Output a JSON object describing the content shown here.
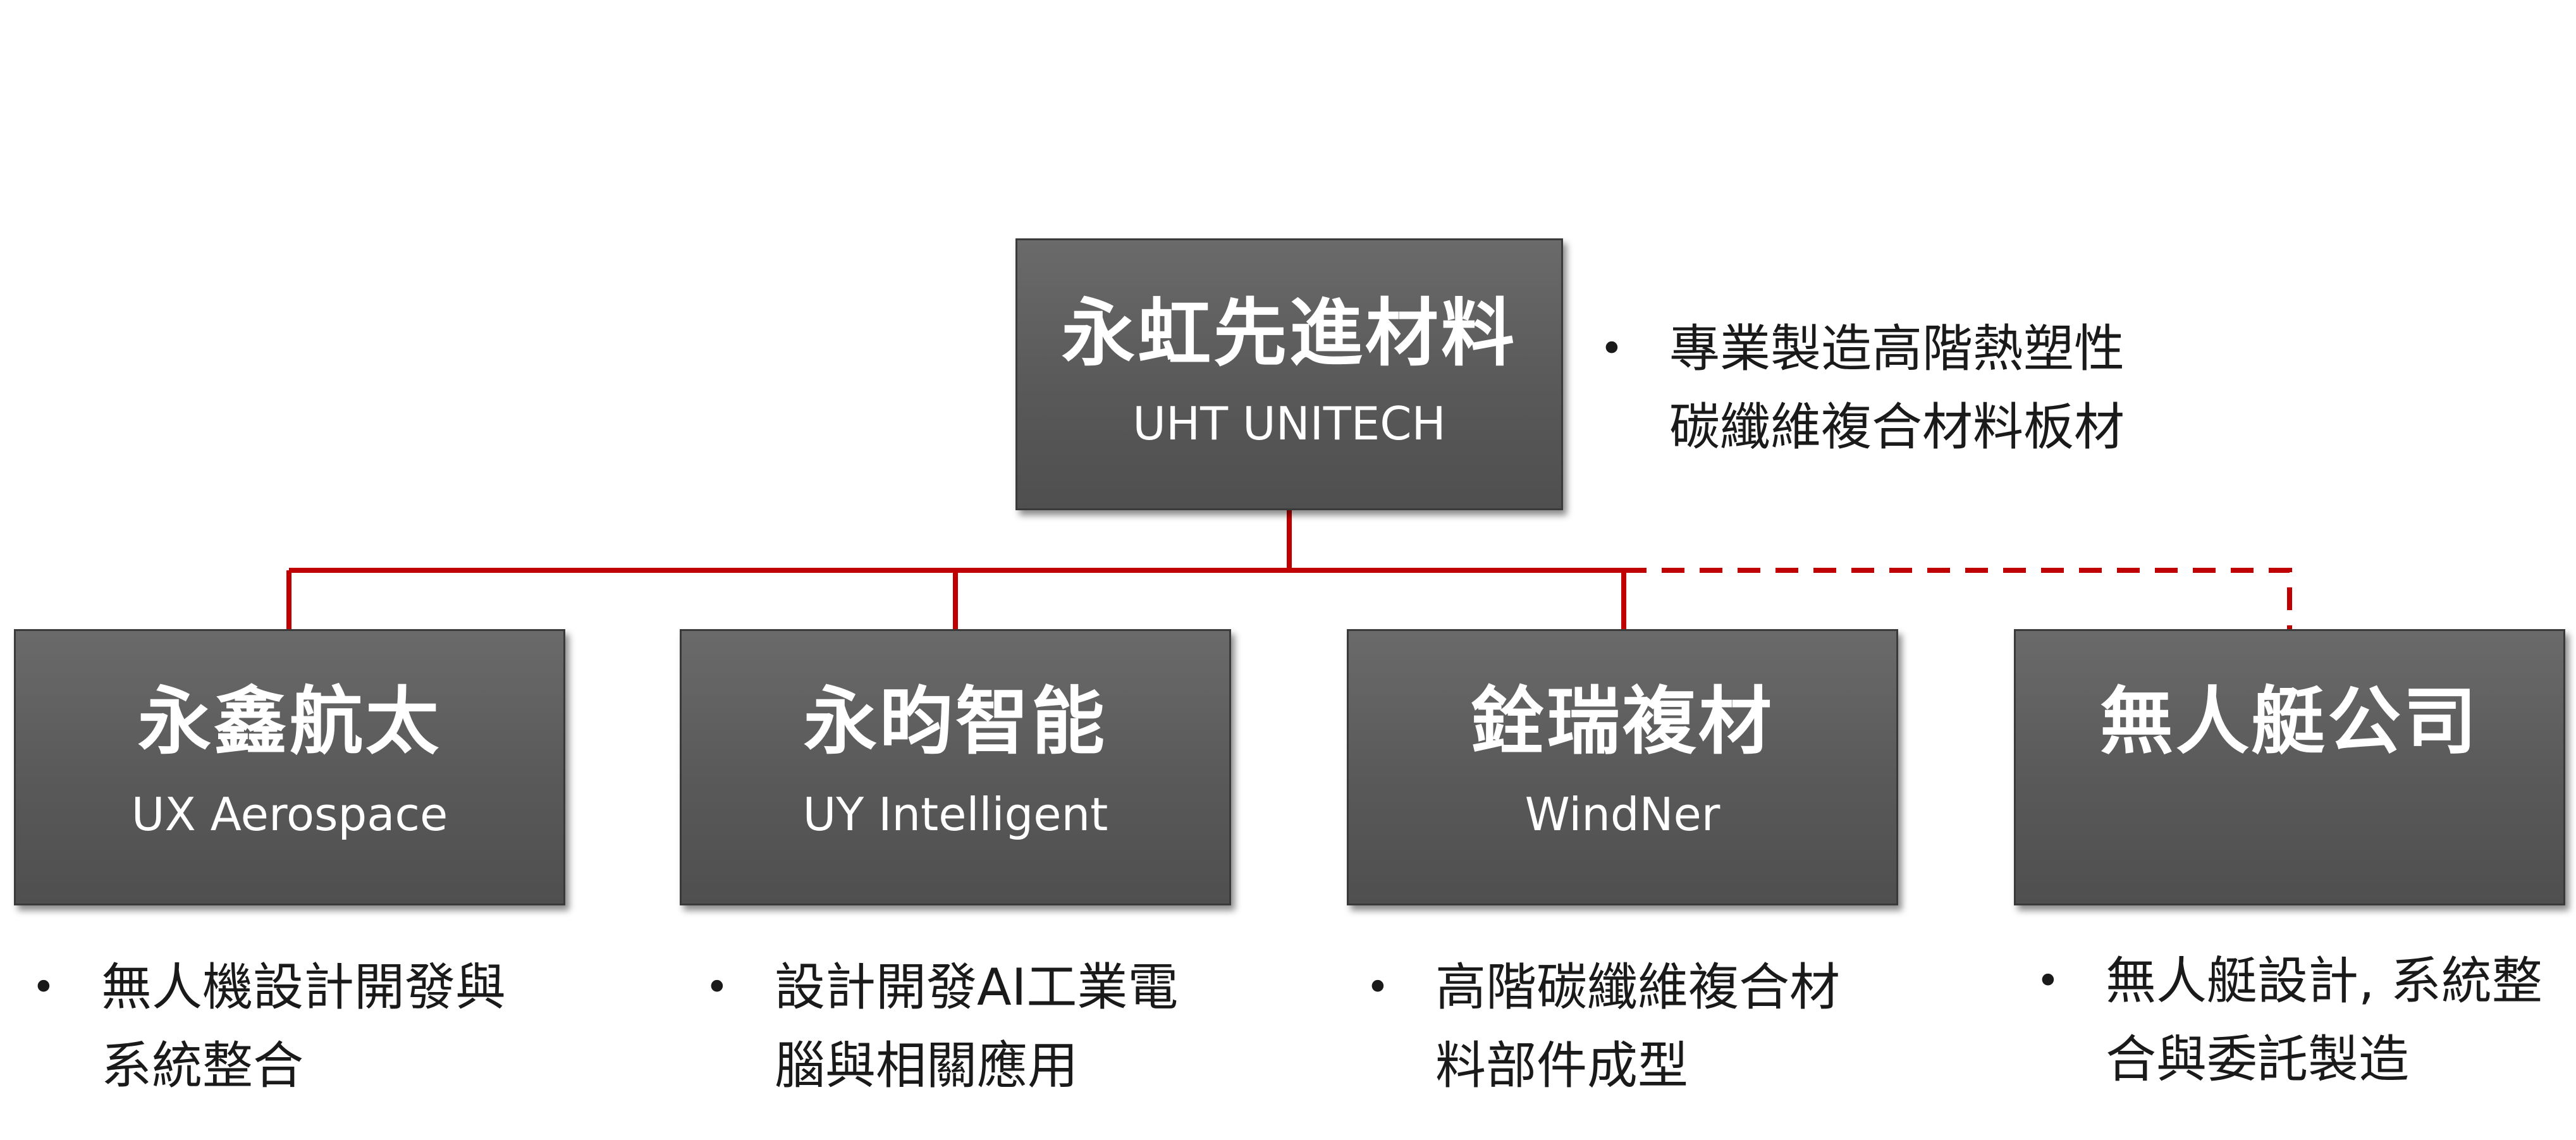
{
  "colors": {
    "connector": "#c00000",
    "box_fill": "#595959",
    "box_text": "#ffffff"
  },
  "parent": {
    "name_zh": "永虹先進材料",
    "name_en": "UHT UNITECH",
    "bullet": "專業製造高階熱塑性\n碳纖維複合材料板材"
  },
  "children": [
    {
      "name_zh": "永鑫航太",
      "name_en": "UX Aerospace",
      "bullet": "無人機設計開發與\n系統整合",
      "link": "solid"
    },
    {
      "name_zh": "永昀智能",
      "name_en": "UY Intelligent",
      "bullet": "設計開發AI工業電\n腦與相關應用",
      "link": "solid"
    },
    {
      "name_zh": "銓瑞複材",
      "name_en": "WindNer",
      "bullet": "高階碳纖維複合材\n料部件成型",
      "link": "solid"
    },
    {
      "name_zh": "無人艇公司",
      "name_en": "",
      "bullet": "無人艇設計, 系統整\n合與委託製造",
      "link": "dashed"
    }
  ],
  "bullet_glyph": "•"
}
